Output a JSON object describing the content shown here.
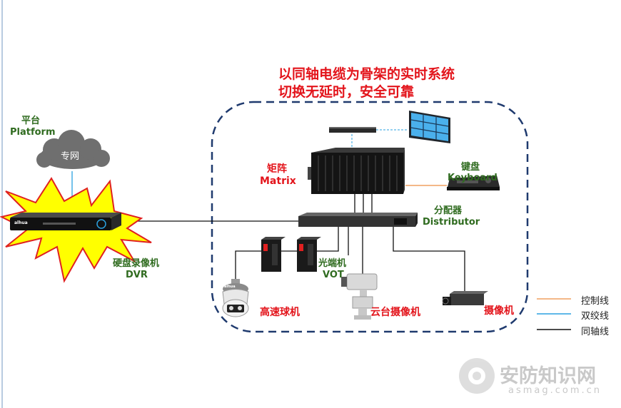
{
  "title": {
    "line1": "以同轴电缆为骨架的实时系统",
    "line2": "切换无延时，安全可靠"
  },
  "platform": {
    "label_cn": "平台",
    "label_en": "Platform",
    "cloud_text": "专网"
  },
  "dvr": {
    "label_cn": "硬盘录像机",
    "label_en": "DVR",
    "brand": "alhua"
  },
  "matrix": {
    "label_cn": "矩阵",
    "label_en": "Matrix"
  },
  "keyboard": {
    "label_cn": "键盘",
    "label_en": "Keyboard"
  },
  "distributor": {
    "label_cn": "分配器",
    "label_en": "Distributor"
  },
  "vot": {
    "label_cn": "光端机",
    "label_en": "VOT"
  },
  "speed_dome": {
    "label": "高速球机",
    "brand": "alhua"
  },
  "ptz_camera": {
    "label": "云台摄像机"
  },
  "camera": {
    "label": "摄像机"
  },
  "legend": [
    {
      "label": "控制线",
      "color": "#f0a060"
    },
    {
      "label": "双绞线",
      "color": "#2aa0e0"
    },
    {
      "label": "同轴线",
      "color": "#111111"
    }
  ],
  "watermark": {
    "name": "安防知识网",
    "url": "asmag.com.cn"
  },
  "colors": {
    "frame": "#1f3a6e",
    "label_green": "#2f6b1f",
    "label_red": "#e3141b",
    "burst": "#ffff00",
    "burst_outline": "#e02020"
  }
}
